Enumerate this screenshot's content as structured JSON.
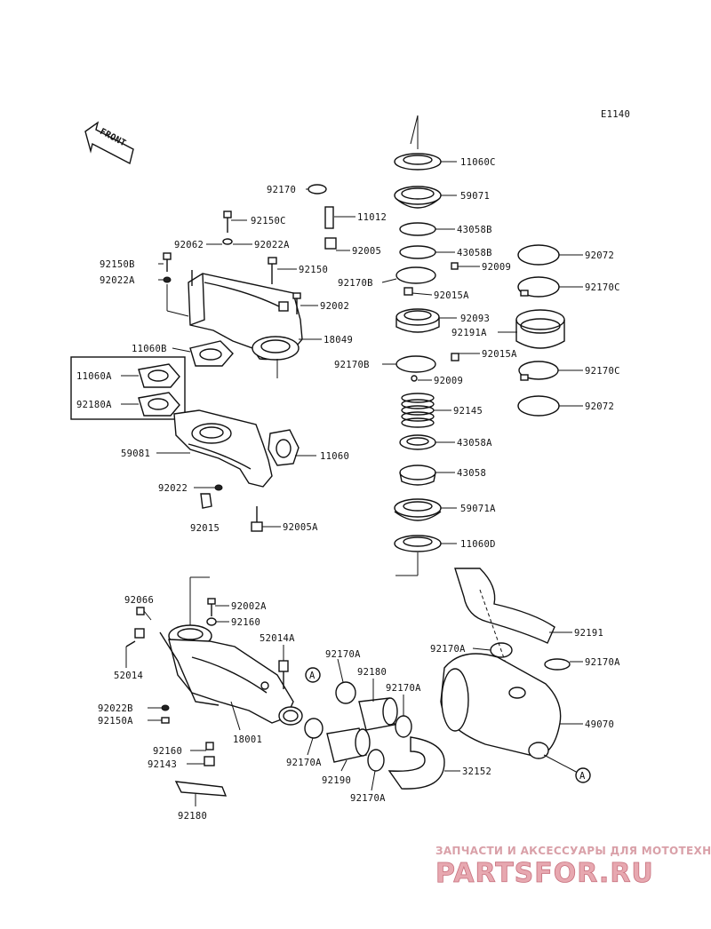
{
  "diagram_code": "E1140",
  "front_label": "FRONT",
  "callout_marker": "A",
  "labels": [
    "11060C",
    "59071",
    "43058B",
    "43058B",
    "92009",
    "92170B",
    "92015A",
    "92093",
    "92191A",
    "92170B",
    "92015A",
    "92009",
    "92145",
    "43058A",
    "43058",
    "59071A",
    "11060D",
    "92072",
    "92170C",
    "92170C",
    "92072",
    "92170",
    "92150C",
    "11012",
    "92062",
    "92022A",
    "92005",
    "92150B",
    "92150",
    "92022A",
    "92002",
    "11060B",
    "18049",
    "11060A",
    "92180A",
    "59081",
    "11060",
    "92022",
    "92015",
    "92005A",
    "92066",
    "92002A",
    "92160",
    "52014A",
    "52014",
    "92022B",
    "92150A",
    "92160",
    "92143",
    "92180",
    "18001",
    "92170A",
    "92180",
    "92170A",
    "92170A",
    "92190",
    "92170A",
    "32152",
    "92191",
    "92170A",
    "92170A",
    "49070"
  ],
  "watermark": {
    "tagline": "ЗАПЧАСТИ И АКСЕССУАРЫ ДЛЯ МОТОТЕХНИКИ",
    "logo": "PARTSFOR.RU"
  }
}
